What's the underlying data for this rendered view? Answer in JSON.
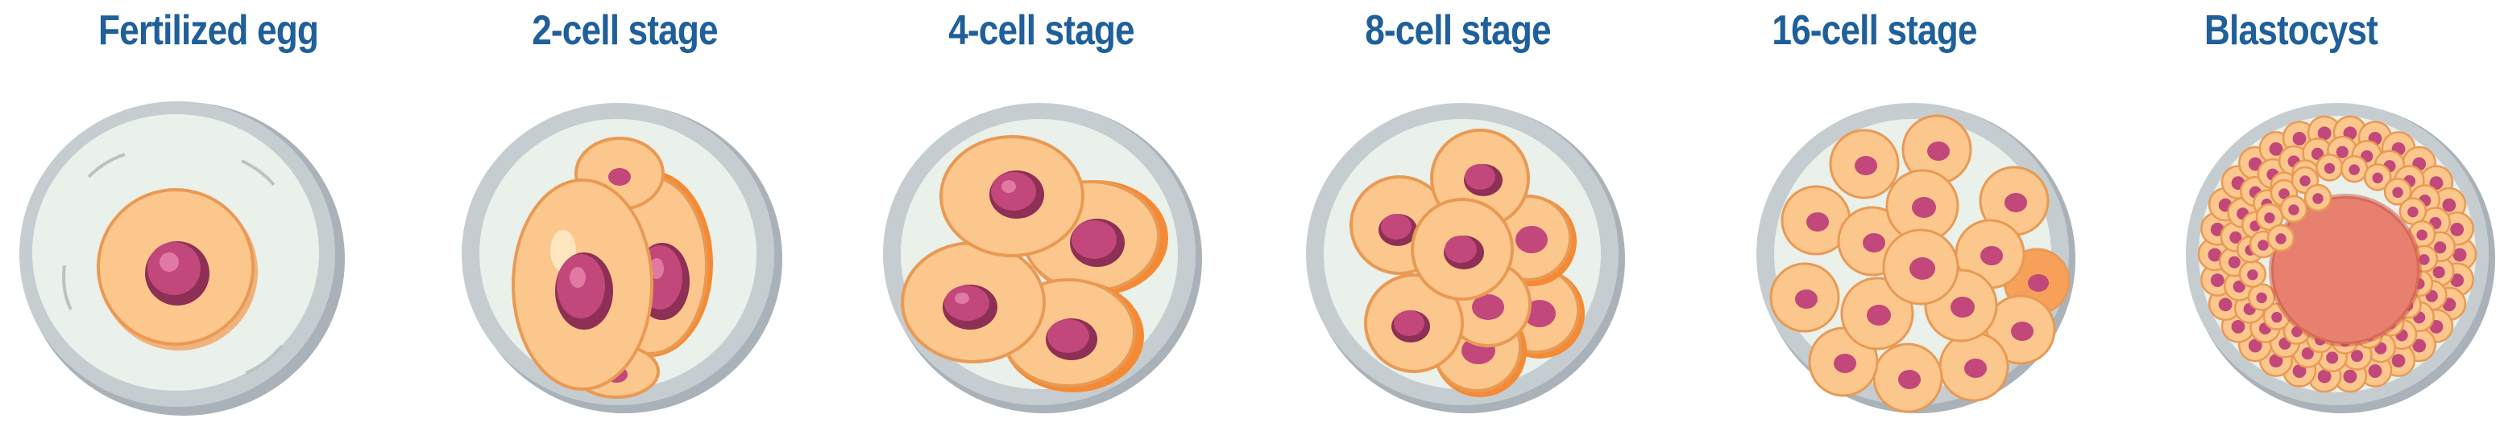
{
  "title": "",
  "colors": {
    "label": "#1f5f9a",
    "zona_outer": "#c6cdd1",
    "zona_shadow": "#a9b2b8",
    "zona_inner": "#eaf0ea",
    "cell_fill": "#fbc78c",
    "cell_stroke": "#e89a55",
    "cell_shadow": "#f58a34",
    "nucleus": "#c2477a",
    "nucleus_dark": "#8e2f55",
    "nucleolus": "#e07aa3",
    "blastocoel": "#e8806f"
  },
  "stages": [
    {
      "label": "Fertilized egg",
      "cell_count": 1
    },
    {
      "label": "2-cell stage",
      "cell_count": 2
    },
    {
      "label": "4-cell stage",
      "cell_count": 4
    },
    {
      "label": "8-cell stage",
      "cell_count": 8
    },
    {
      "label": "16-cell stage",
      "cell_count": 16
    },
    {
      "label": "Blastocyst",
      "cell_count": null
    }
  ]
}
